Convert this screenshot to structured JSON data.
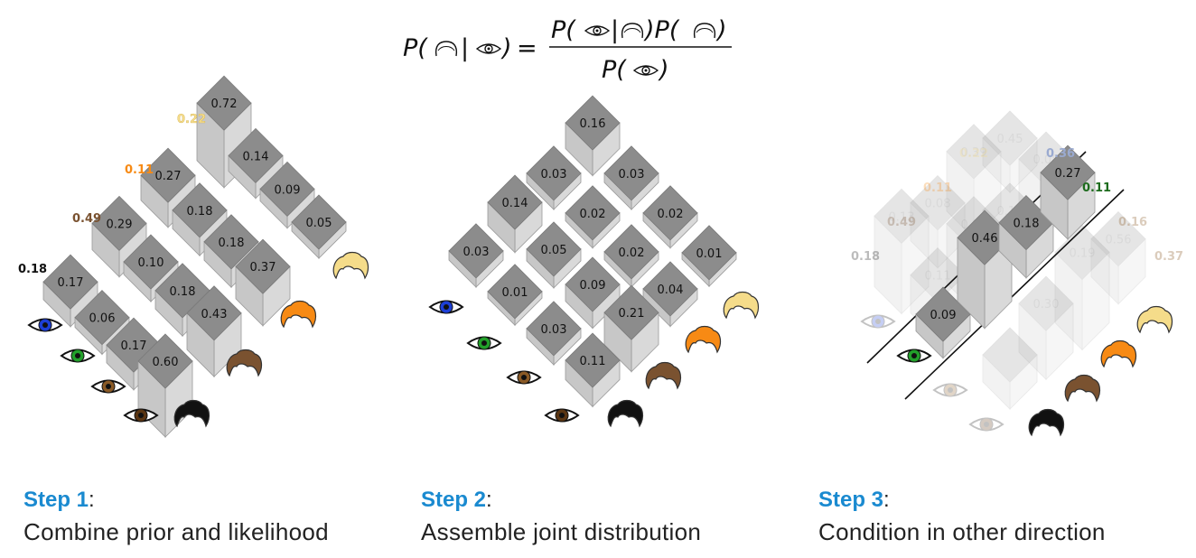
{
  "formula": {
    "lhs": "P( | ) =",
    "lhs_parts": [
      "P(",
      "|",
      ")"
    ],
    "numerator_parts": [
      "P(",
      "|",
      ")P(",
      ")"
    ],
    "denominator_parts": [
      "P(",
      ")"
    ],
    "equals": "="
  },
  "steps": [
    {
      "label": "Step 1",
      "colon": ":",
      "description": "Combine prior and likelihood"
    },
    {
      "label": "Step 2",
      "colon": ":",
      "description": "Assemble joint distribution"
    },
    {
      "label": "Step 3",
      "colon": ":",
      "description": "Condition in other direction"
    }
  ],
  "colors": {
    "accent": "#1a8ad0",
    "eye_blue": "#1d3fd6",
    "eye_green": "#22a02a",
    "eye_brown": "#8a5a26",
    "eye_darkbrown": "#5a3512",
    "hair_blonde": "#f5dc8a",
    "hair_orange": "#f78a14",
    "hair_brown": "#7a5230",
    "hair_black": "#111111",
    "step3_highlight": "#1d6b1d",
    "step3_faded_blue": "#9aaad0"
  },
  "step1": {
    "priors": [
      "0.18",
      "0.49",
      "0.11",
      "0.22"
    ],
    "prior_colors": [
      "#111111",
      "#7a5230",
      "#f78a14",
      "#f5dc8a"
    ],
    "rows": [
      [
        "0.17",
        "0.06",
        "0.17",
        "0.60"
      ],
      [
        "0.29",
        "0.10",
        "0.18",
        "0.43"
      ],
      [
        "0.27",
        "0.18",
        "0.18",
        "0.37"
      ],
      [
        "0.72",
        "0.14",
        "0.09",
        "0.05"
      ]
    ]
  },
  "step2": {
    "cells": [
      [
        "0.11",
        "0.03",
        "0.01",
        "0.03"
      ],
      [
        "0.21",
        "0.09",
        "0.05",
        "0.14"
      ],
      [
        "0.04",
        "0.02",
        "0.02",
        "0.03"
      ],
      [
        "0.01",
        "0.02",
        "0.03",
        "0.16"
      ]
    ]
  },
  "step3": {
    "hair_priors": [
      "0.18",
      "0.49",
      "0.11",
      "0.22"
    ],
    "conditioned": [
      "0.09",
      "0.46",
      "0.18",
      "0.27"
    ],
    "eye_marginal_highlight": "0.11",
    "eye_marginal_blue": "0.36",
    "eye_marginals_faded": [
      "0.16",
      "0.37"
    ],
    "faded_values": [
      "0.45",
      "0.39",
      "0.08",
      "0.08",
      "0.13",
      "0.13",
      "0.03",
      "0.56",
      "0.11",
      "0.19",
      "0.30"
    ]
  },
  "icons": {
    "eyes": [
      "blue-eye-icon",
      "green-eye-icon",
      "brown-eye-icon",
      "dark-brown-eye-icon"
    ],
    "hair": [
      "black-hair-icon",
      "brown-hair-icon",
      "orange-hair-icon",
      "blonde-hair-icon"
    ]
  }
}
